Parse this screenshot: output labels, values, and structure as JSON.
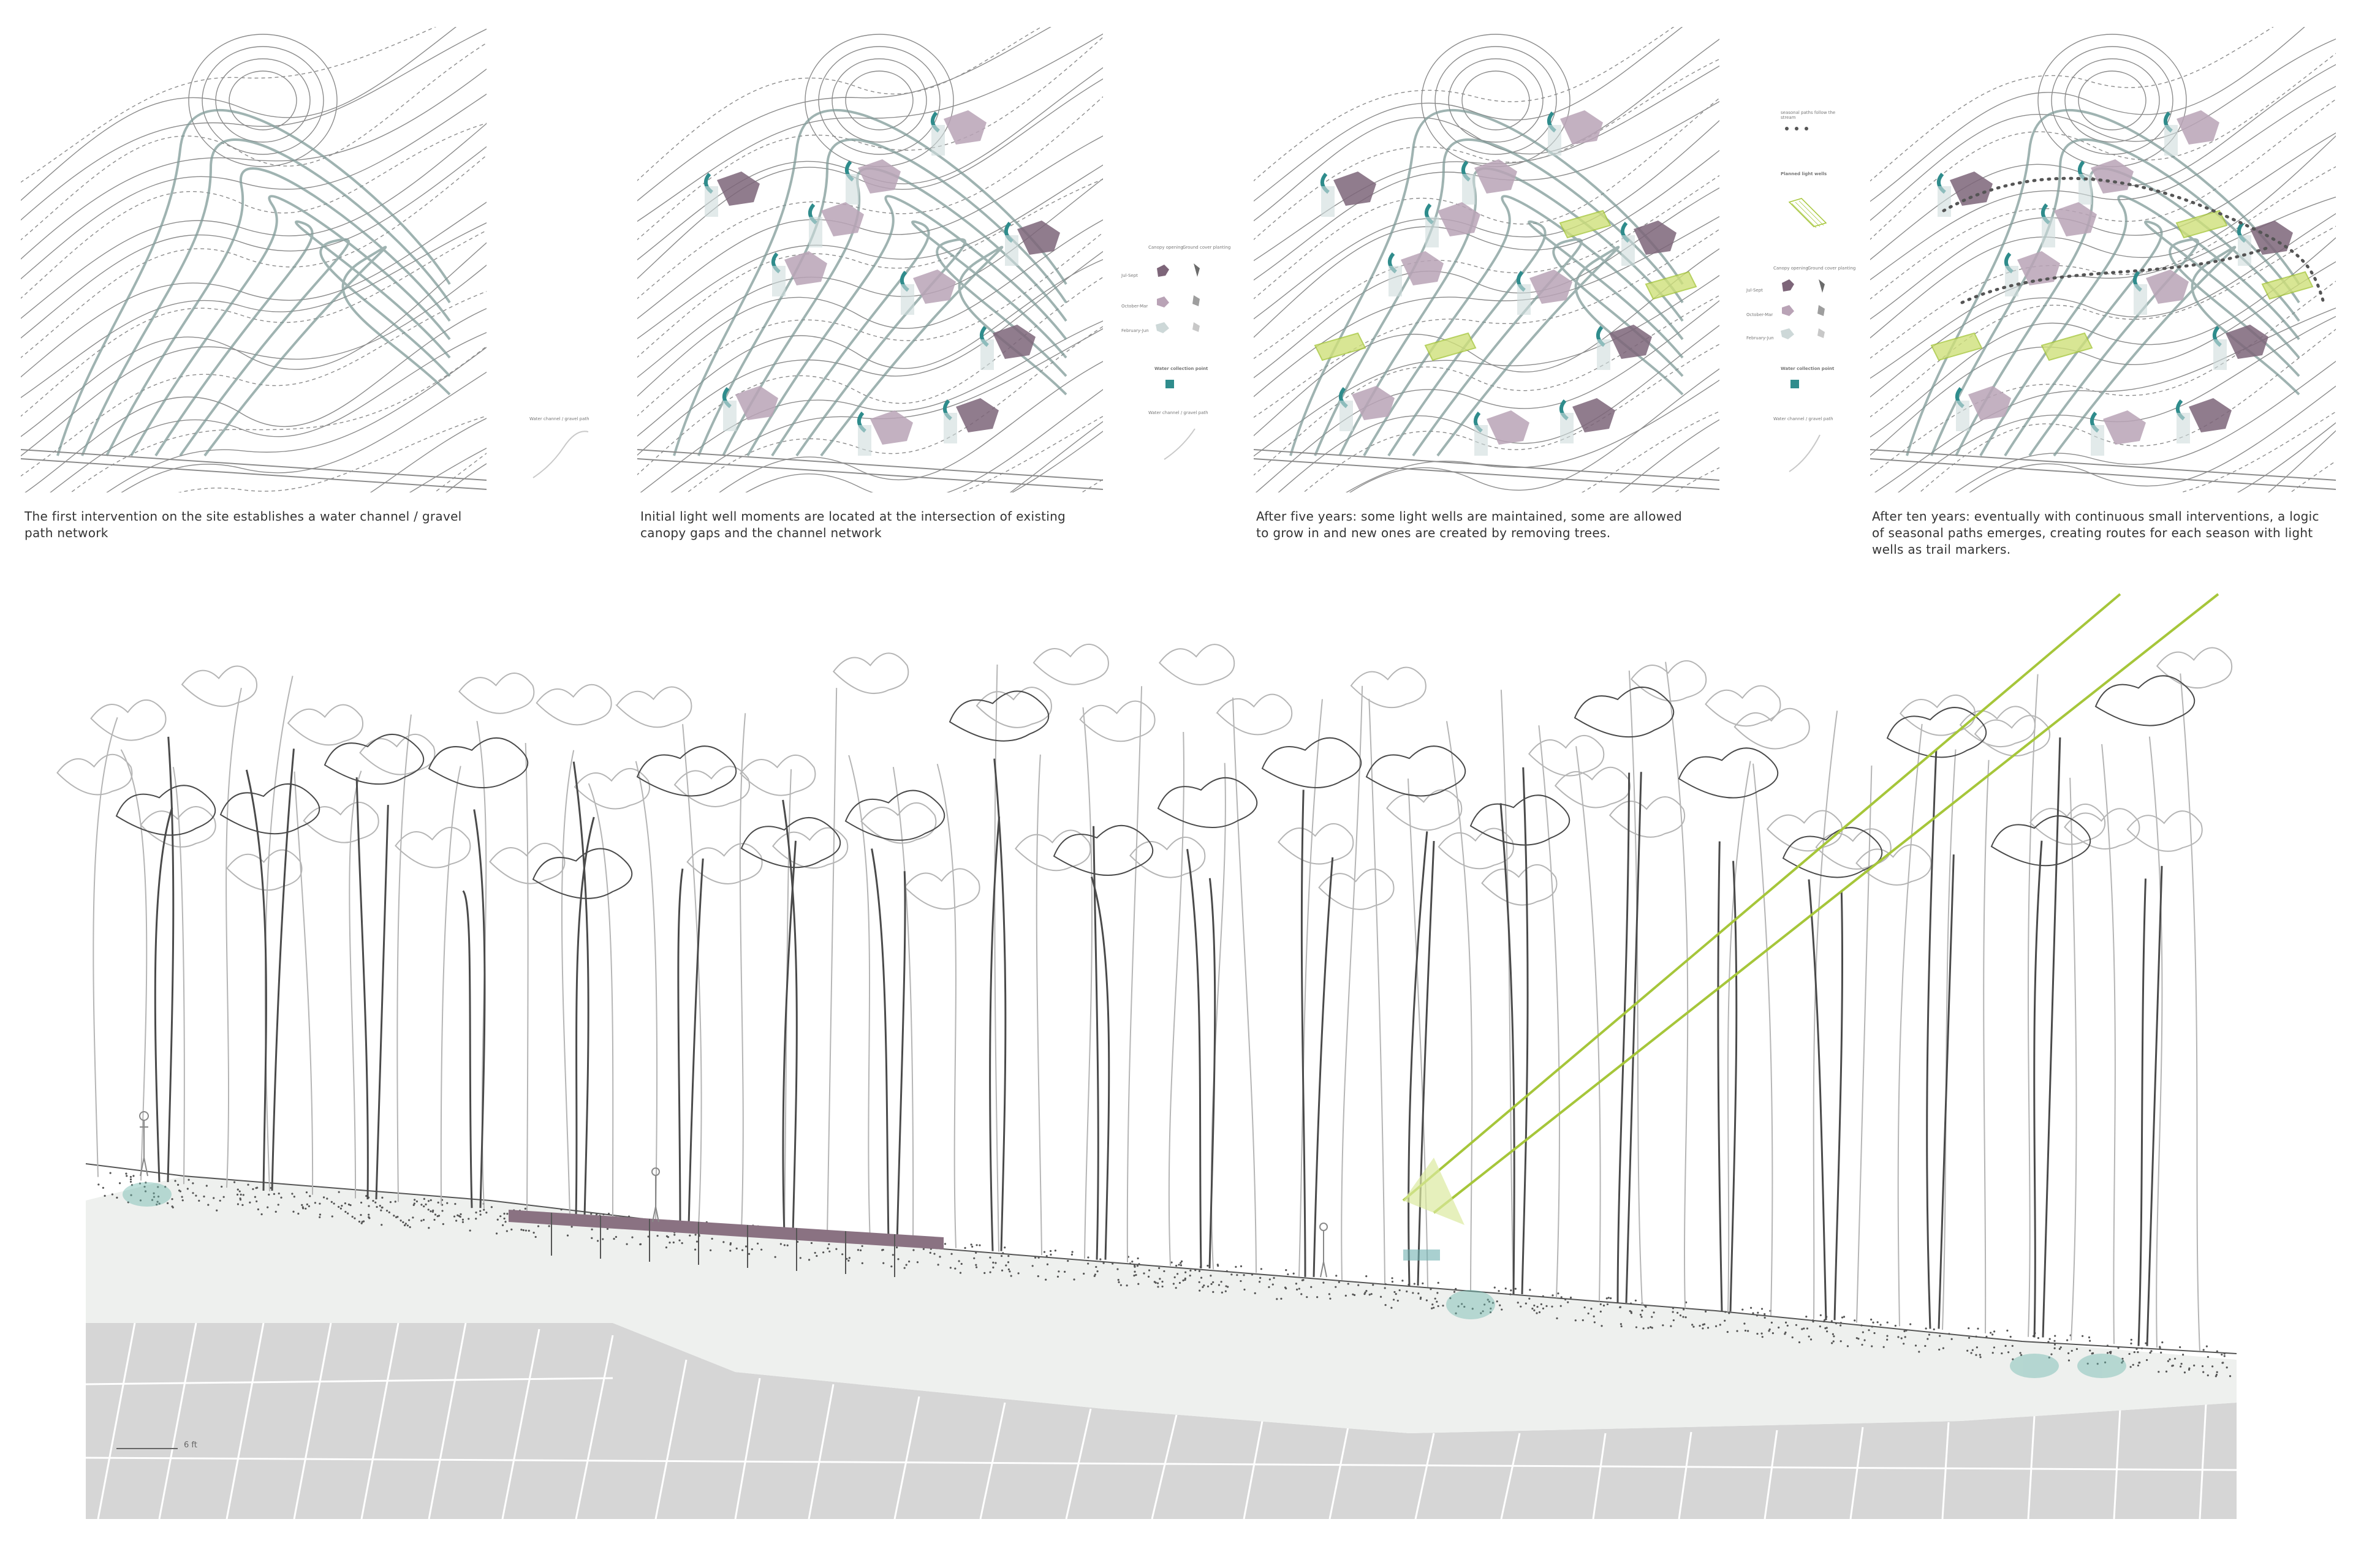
{
  "panels": [
    {
      "id": "p1",
      "caption": "The first intervention on the site establishes a water channel / gravel path network",
      "stage": 1
    },
    {
      "id": "p2",
      "caption": "Initial light well moments are located at the intersection of existing canopy gaps and the channel network",
      "stage": 2
    },
    {
      "id": "p3",
      "caption": "After five years: some light wells are maintained, some are allowed to grow in and new ones are created by removing trees.",
      "stage": 3
    },
    {
      "id": "p4",
      "caption": "After ten years: eventually with continuous small interventions, a logic of seasonal paths emerges, creating routes for each season with light wells as trail markers.",
      "stage": 4
    }
  ],
  "legend1": {
    "item": "Water channel / gravel path"
  },
  "legend2": {
    "canopy_opening": "Canopy opening",
    "ground_cover": "Ground cover planting",
    "row1": "Jul-Sept",
    "row2": "October-Mar",
    "row3": "February-Jun",
    "water_node": "Water collection point",
    "water_path": "Water channel / gravel path"
  },
  "legend3": {
    "seasonal": "seasonal paths follow the stream",
    "new_wells": "Planned light wells",
    "canopy_opening": "Canopy opening",
    "ground_cover": "Ground cover planting",
    "row1": "Jul-Sept",
    "row2": "October-Mar",
    "row3": "February-Jun",
    "water_node": "Water collection point",
    "water_path": "Water channel / gravel path"
  },
  "colors": {
    "teal": "#2f8c8c",
    "mauve": "#8a6f86",
    "lime": "#a6c63a",
    "contour": "#8b8b8b",
    "rock": "#d9d9d9",
    "soil": "#eef0ee"
  },
  "scale": {
    "label": "6 ft"
  }
}
